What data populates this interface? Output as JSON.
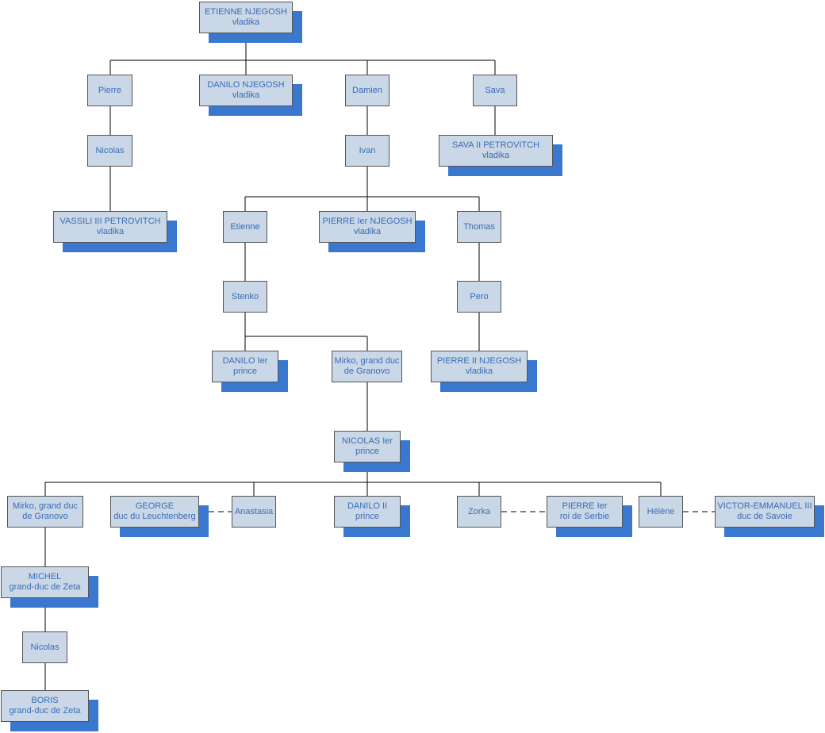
{
  "persons": {
    "etienne_njegosh": {
      "name": "ETIENNE NJEGOSH",
      "title": "vladika"
    },
    "pierre": {
      "name": "Pierre"
    },
    "danilo_njegosh": {
      "name": "DANILO NJEGOSH",
      "title": "vladika"
    },
    "damien": {
      "name": "Damien"
    },
    "sava": {
      "name": "Sava"
    },
    "nicolas_1": {
      "name": "Nicolas"
    },
    "ivan": {
      "name": "Ivan"
    },
    "sava_ii": {
      "name": "SAVA II PETROVITCH",
      "title": "vladika"
    },
    "vassili_iii": {
      "name": "VASSILI III PETROVITCH",
      "title": "vladika"
    },
    "etienne": {
      "name": "Etienne"
    },
    "pierre_ier_njegosh": {
      "name": "PIERRE Ier  NJEGOSH",
      "title": "vladika"
    },
    "thomas": {
      "name": "Thomas"
    },
    "stenko": {
      "name": "Stenko"
    },
    "pero": {
      "name": "Pero"
    },
    "danilo_ier": {
      "name": "DANILO Ier",
      "title": "prince"
    },
    "mirko_1": {
      "name": "Mirko, grand duc",
      "title": "de Granovo"
    },
    "pierre_ii": {
      "name": "PIERRE II  NJEGOSH",
      "title": "vladika"
    },
    "nicolas_ier": {
      "name": "NICOLAS Ier",
      "title": "prince"
    },
    "mirko_2": {
      "name": "Mirko, grand duc",
      "title": "de Granovo"
    },
    "george": {
      "name": "GEORGE",
      "title": "duc du Leuchtenberg"
    },
    "anastasia": {
      "name": "Anastasia"
    },
    "danilo_ii": {
      "name": "DANILO II",
      "title": "prince"
    },
    "zorka": {
      "name": "Zorka"
    },
    "pierre_ier_roi": {
      "name": "PIERRE Ier",
      "title": "roi de Serbie"
    },
    "helene": {
      "name": "Hélène"
    },
    "victor_emmanuel": {
      "name": "VICTOR-EMMANUEL III",
      "title": "duc de Savoie"
    },
    "michel": {
      "name": "MICHEL",
      "title": "grand-duc de Zeta"
    },
    "nicolas_2": {
      "name": "Nicolas"
    },
    "boris": {
      "name": "BORIS",
      "title": "grand-duc de Zeta"
    }
  },
  "colors": {
    "box_fill": "#c9d7e7",
    "shadow": "#3a77cf",
    "text": "#3b6db5",
    "line": "#000000"
  }
}
